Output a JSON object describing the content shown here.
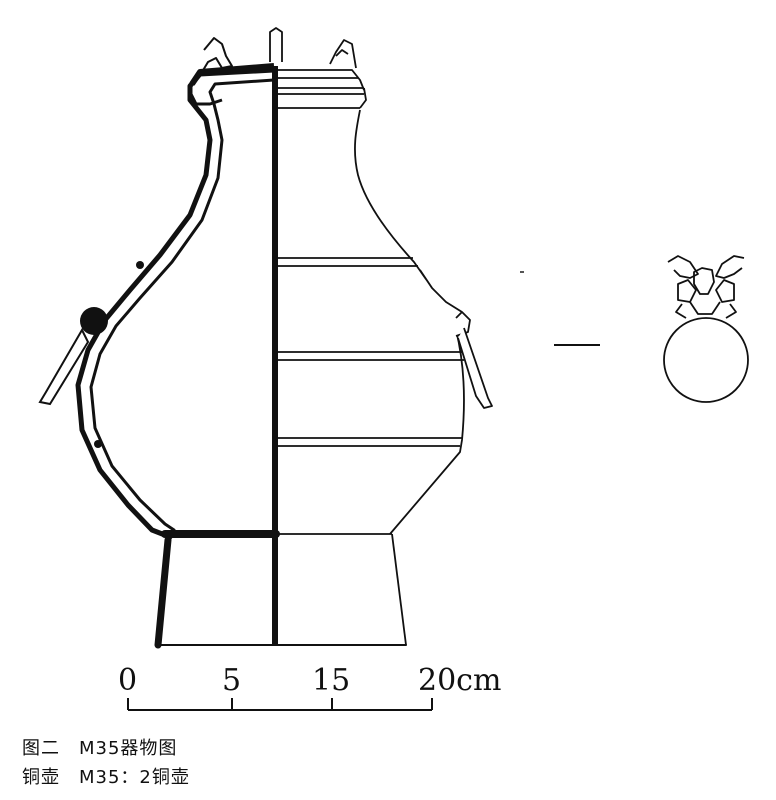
{
  "scale_bar": {
    "unit": "cm",
    "ticks": [
      "0",
      "5",
      "15",
      "20cm"
    ]
  },
  "caption": {
    "line1": "图二　M35器物图",
    "line2": "铜壶　M35：2铜壶"
  }
}
